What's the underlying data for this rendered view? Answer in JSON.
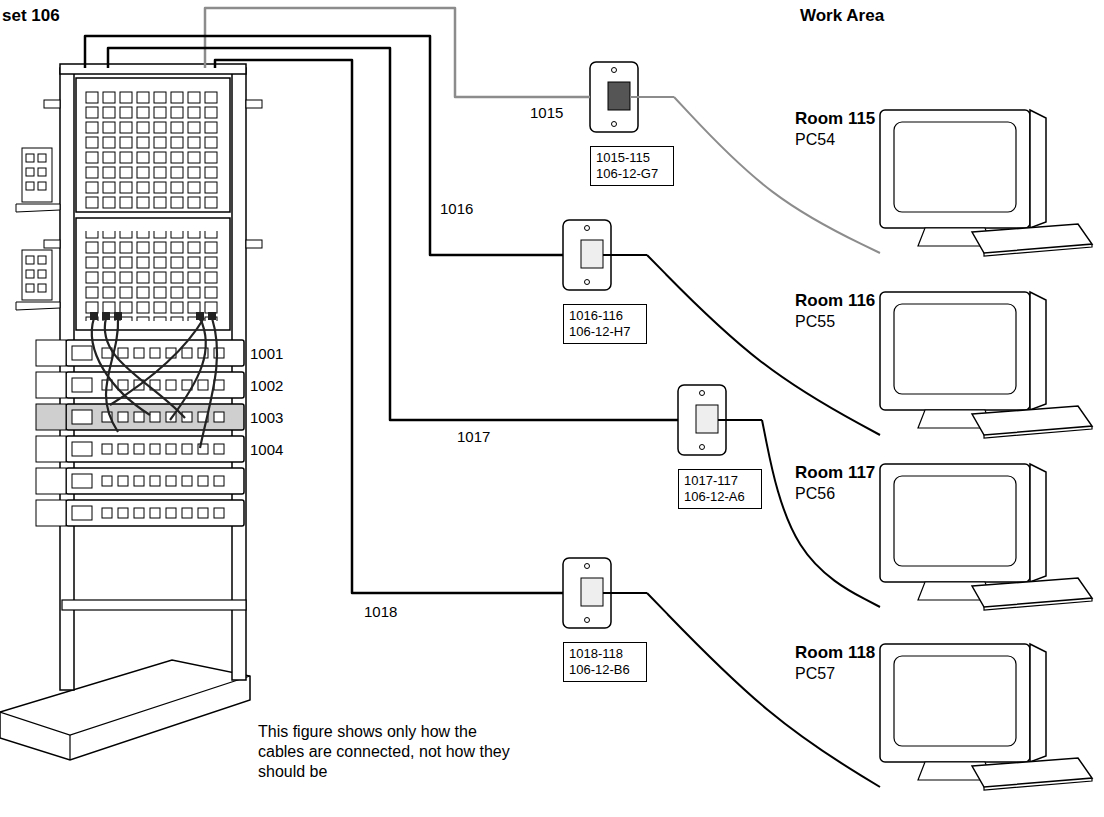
{
  "diagram": {
    "nodes": [
      {
        "text": [
          "set 106"
        ]
      },
      {
        "text": [
          "1015-115",
          "106-12-G7"
        ]
      },
      {
        "text": [
          "Room 115",
          "PC54"
        ]
      },
      {
        "text": [
          "1016-116",
          "106-12-H7"
        ]
      },
      {
        "text": [
          "Room 116",
          "PC55"
        ]
      },
      {
        "text": [
          "1017-117",
          "106-12-A6"
        ]
      },
      {
        "text": [
          "Room 117",
          "PC56"
        ]
      },
      {
        "text": [
          "1018-118",
          "106-12-B6"
        ]
      },
      {
        "text": [
          "Room 118",
          "PC57"
        ]
      }
    ],
    "edges": [
      {
        "from": 0,
        "to": 1,
        "label": "1015",
        "arrow": "none"
      },
      {
        "from": 1,
        "to": 2,
        "arrow": "none"
      },
      {
        "from": 0,
        "to": 3,
        "label": "1016",
        "arrow": "none"
      },
      {
        "from": 3,
        "to": 4,
        "arrow": "none"
      },
      {
        "from": 0,
        "to": 5,
        "label": "1017",
        "arrow": "none"
      },
      {
        "from": 5,
        "to": 6,
        "arrow": "none"
      },
      {
        "from": 0,
        "to": 7,
        "label": "1018",
        "arrow": "none"
      },
      {
        "from": 7,
        "to": 8,
        "arrow": "none"
      }
    ],
    "labels": [
      "Work Area",
      "1001",
      "1002",
      "1003",
      "1004",
      "This figure shows only how the cables are connected, not how they should be"
    ]
  }
}
